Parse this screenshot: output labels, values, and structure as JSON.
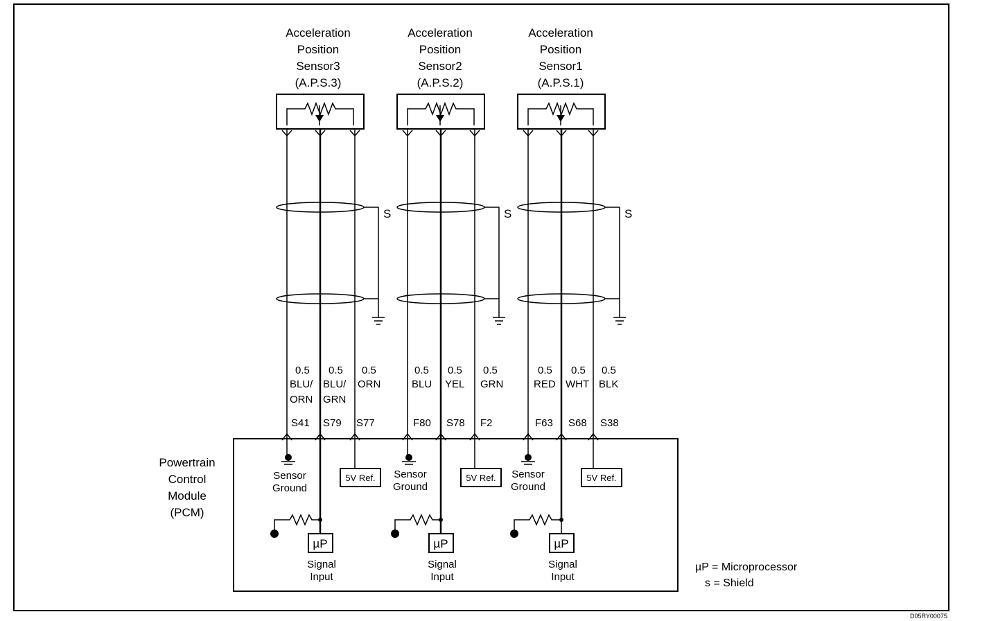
{
  "sensors": [
    {
      "line1": "Acceleration",
      "line2": "Position",
      "line3": "Sensor3",
      "line4": "(A.P.S.3)"
    },
    {
      "line1": "Acceleration",
      "line2": "Position",
      "line3": "Sensor2",
      "line4": "(A.P.S.2)"
    },
    {
      "line1": "Acceleration",
      "line2": "Position",
      "line3": "Sensor1",
      "line4": "(A.P.S.1)"
    }
  ],
  "shield_label": "S",
  "wires": [
    {
      "size": "0.5",
      "color1": "BLU/",
      "color2": "ORN",
      "pin": "S41"
    },
    {
      "size": "0.5",
      "color1": "BLU/",
      "color2": "GRN",
      "pin": "S79"
    },
    {
      "size": "0.5",
      "color1": "ORN",
      "color2": "",
      "pin": "S77"
    },
    {
      "size": "0.5",
      "color1": "BLU",
      "color2": "",
      "pin": "F80"
    },
    {
      "size": "0.5",
      "color1": "YEL",
      "color2": "",
      "pin": "S78"
    },
    {
      "size": "0.5",
      "color1": "GRN",
      "color2": "",
      "pin": "F2"
    },
    {
      "size": "0.5",
      "color1": "RED",
      "color2": "",
      "pin": "F63"
    },
    {
      "size": "0.5",
      "color1": "WHT",
      "color2": "",
      "pin": "S68"
    },
    {
      "size": "0.5",
      "color1": "BLK",
      "color2": "",
      "pin": "S38"
    }
  ],
  "pcm": {
    "line1": "Powertrain",
    "line2": "Control",
    "line3": "Module",
    "line4": "(PCM)"
  },
  "sensor_ground": {
    "line1": "Sensor",
    "line2": "Ground"
  },
  "ref_label": "5V Ref.",
  "up_label": "µP",
  "signal_input": {
    "line1": "Signal",
    "line2": "Input"
  },
  "legend": {
    "microprocessor": "µP = Microprocessor",
    "shield": "s = Shield"
  },
  "figure_code": "D05RY00075"
}
